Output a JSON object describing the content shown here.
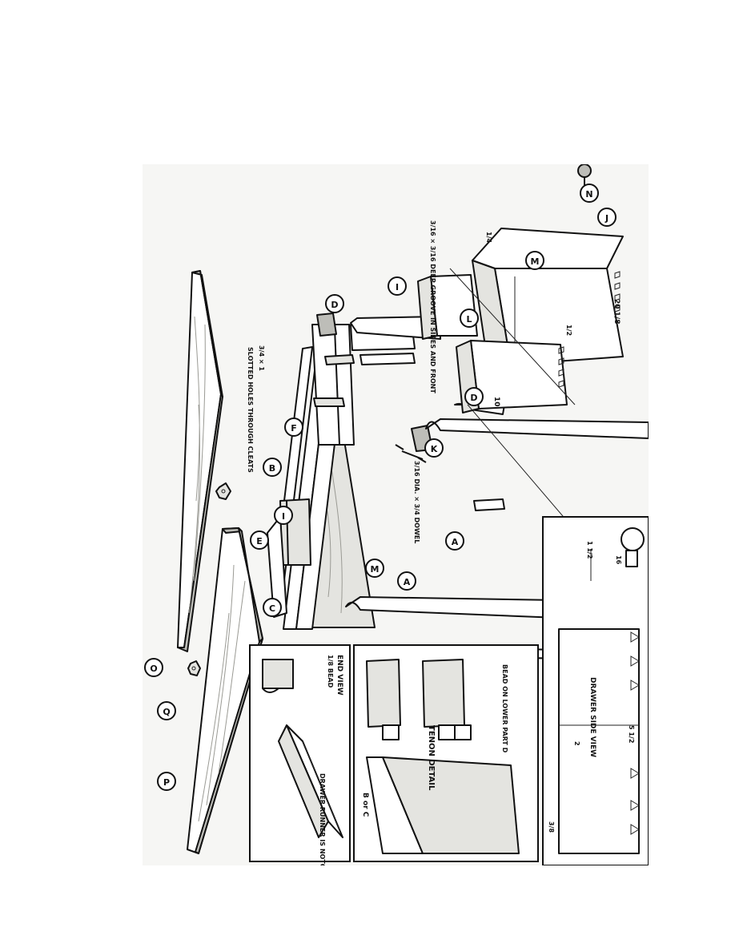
{
  "drawing": {
    "part_labels": {
      "A": "A",
      "B": "B",
      "C": "C",
      "D": "D",
      "E": "E",
      "F": "F",
      "I": "I",
      "J": "J",
      "K": "K",
      "L": "L",
      "M": "M",
      "N": "N",
      "O": "O",
      "P": "P",
      "Q": "Q"
    },
    "annotations": {
      "slotted_holes": "SLOTTED HOLES THROUGH CLEATS",
      "slotted_fraction": "3/4 × 1",
      "dowel": "3/16 DIA. × 3/4 DOWEL",
      "groove": "3/16 × 3/16 DEEP GROOVE IN SIDES AND FRONT",
      "dim_drawer_depth": "20 1/8",
      "dim_drawer_side": "10",
      "dim_fraction_a": "1/2",
      "dim_fraction_b": "1/4"
    },
    "details": {
      "end_view_title": "END VIEW",
      "bead_note": "1/8 BEAD",
      "runner_note": "DRAWER RUNNER IS NOTCHED TO FIT AROUND LEG",
      "tenon_title": "TENON DETAIL",
      "bead_lower": "BEAD ON LOWER PART D",
      "b_or_c": "B or C",
      "drawer_side_view": "DRAWER SIDE VIEW",
      "dim_1_1_2": "1 1/2",
      "dim_5_1_2": "5 1/2",
      "dim_3_8": "3/8",
      "dim_2": "2",
      "dim_16": "16"
    }
  }
}
